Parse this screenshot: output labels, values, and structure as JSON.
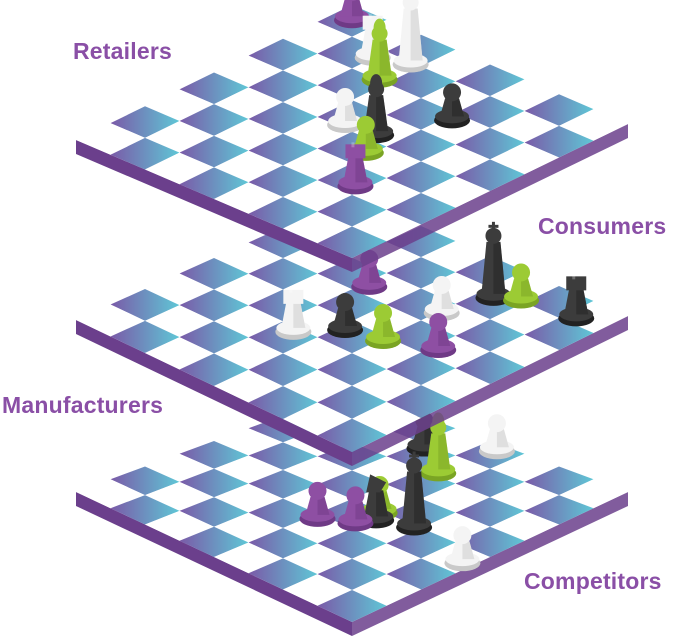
{
  "colors": {
    "label": "#8a4fa6",
    "edge": "#6b3f8c",
    "light_square": "#ffffff",
    "dark_left": "#7a5aa8",
    "dark_right": "#5fc7d6"
  },
  "boards": [
    {
      "label": "Retailers",
      "pieces": [
        {
          "piece": "pawn",
          "color": "purple"
        },
        {
          "piece": "rook",
          "color": "white"
        },
        {
          "piece": "bishop",
          "color": "green"
        },
        {
          "piece": "queen",
          "color": "white"
        },
        {
          "piece": "bishop",
          "color": "black"
        },
        {
          "piece": "pawn",
          "color": "black"
        },
        {
          "piece": "pawn",
          "color": "green"
        },
        {
          "piece": "pawn",
          "color": "white"
        },
        {
          "piece": "rook",
          "color": "purple"
        }
      ]
    },
    {
      "label": "Consumers",
      "pieces": [
        {
          "piece": "pawn",
          "color": "purple"
        },
        {
          "piece": "pawn",
          "color": "white"
        },
        {
          "piece": "king",
          "color": "black"
        },
        {
          "piece": "pawn",
          "color": "green"
        },
        {
          "piece": "rook",
          "color": "black"
        },
        {
          "piece": "rook",
          "color": "white"
        },
        {
          "piece": "pawn",
          "color": "black"
        },
        {
          "piece": "pawn",
          "color": "green"
        },
        {
          "piece": "pawn",
          "color": "purple"
        }
      ]
    },
    {
      "label": "Manufacturers",
      "pieces": []
    },
    {
      "label": "Competitors",
      "pieces": [
        {
          "piece": "pawn",
          "color": "purple"
        },
        {
          "piece": "pawn",
          "color": "black"
        },
        {
          "piece": "pawn",
          "color": "purple"
        },
        {
          "piece": "knight",
          "color": "black"
        },
        {
          "piece": "pawn",
          "color": "green"
        },
        {
          "piece": "bishop",
          "color": "green"
        },
        {
          "piece": "pawn",
          "color": "white"
        },
        {
          "piece": "king",
          "color": "black"
        },
        {
          "piece": "pawn",
          "color": "white"
        }
      ]
    }
  ]
}
